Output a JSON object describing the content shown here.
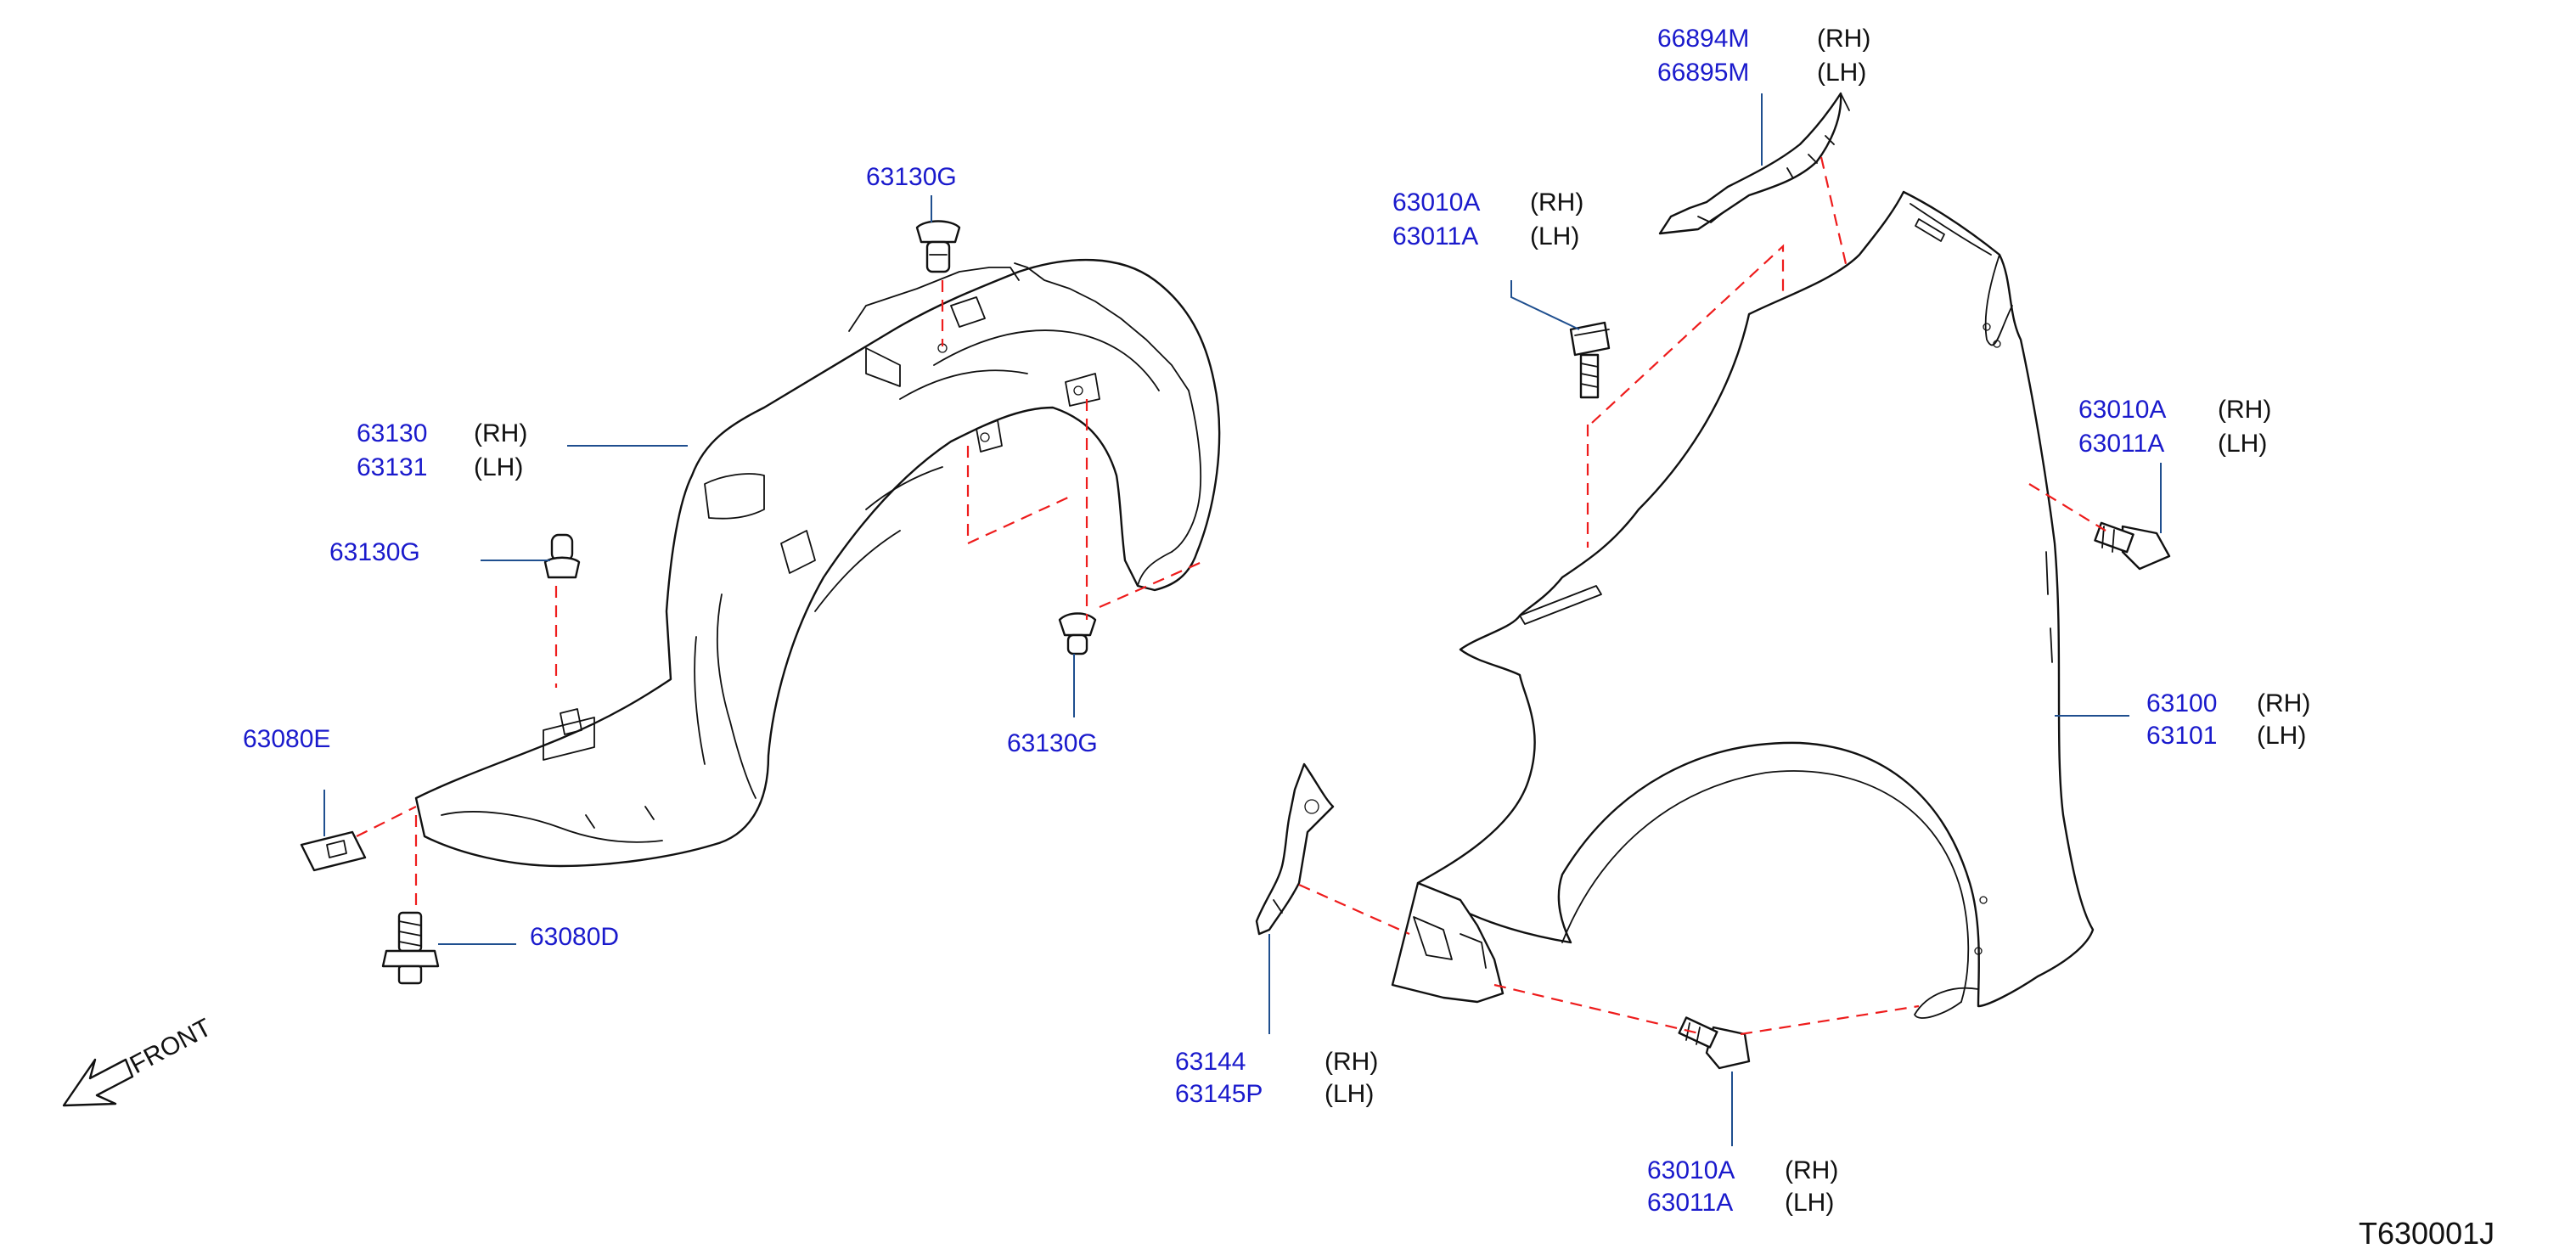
{
  "labels": {
    "bracket_rh": "66894M",
    "bracket_lh": "66895M",
    "bolt_upper_rh": "63010A",
    "bolt_upper_lh": "63011A",
    "bolt_right_rh": "63010A",
    "bolt_right_lh": "63011A",
    "bolt_lower_rh": "63010A",
    "bolt_lower_lh": "63011A",
    "fender_rh": "63100",
    "fender_lh": "63101",
    "lower_bracket_rh": "63144",
    "lower_bracket_lh": "63145P",
    "liner_rh": "63130",
    "liner_lh": "63131",
    "clip_top": "63130G",
    "clip_left": "63130G",
    "clip_right": "63130G",
    "nut": "63080E",
    "screw": "63080D"
  },
  "side_rh": "(RH)",
  "side_lh": "(LH)",
  "front_label": "FRONT",
  "diagram_code": "T630001J",
  "colors": {
    "part_number": "#1a1acc",
    "leader_line": "#1f4f8f",
    "dashed_line": "#ee1c1c",
    "outline": "#111111"
  }
}
